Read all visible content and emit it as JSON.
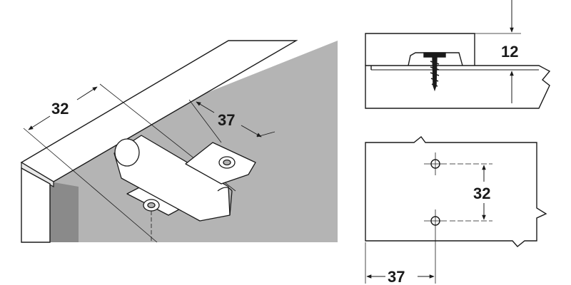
{
  "dimensions": {
    "iso_spacing": "32",
    "iso_setback": "37",
    "side_thickness": "12",
    "plan_spacing": "32",
    "plan_setback": "37"
  },
  "colors": {
    "line": "#1a1a1a",
    "panel_gray": "#b4b4b4",
    "panel_dark": "#8a8a8a",
    "panel_light": "#e8e8e8",
    "part_fill": "#ffffff"
  }
}
